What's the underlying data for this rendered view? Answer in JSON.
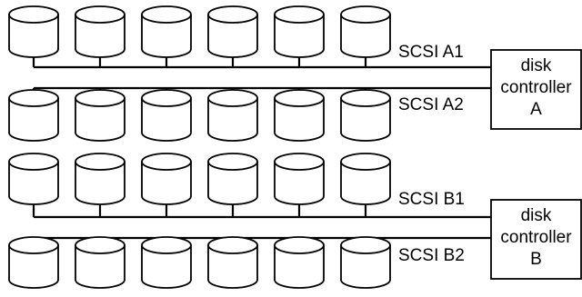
{
  "buses": [
    {
      "id": "a1",
      "label": "SCSI A1",
      "disk_count": 6,
      "controller": "a"
    },
    {
      "id": "a2",
      "label": "SCSI A2",
      "disk_count": 6,
      "controller": "a"
    },
    {
      "id": "b1",
      "label": "SCSI B1",
      "disk_count": 6,
      "controller": "b"
    },
    {
      "id": "b2",
      "label": "SCSI B2",
      "disk_count": 6,
      "controller": "b"
    }
  ],
  "controllers": [
    {
      "id": "a",
      "lines": [
        "disk",
        "controller",
        "A"
      ]
    },
    {
      "id": "b",
      "lines": [
        "disk",
        "controller",
        "B"
      ]
    }
  ]
}
